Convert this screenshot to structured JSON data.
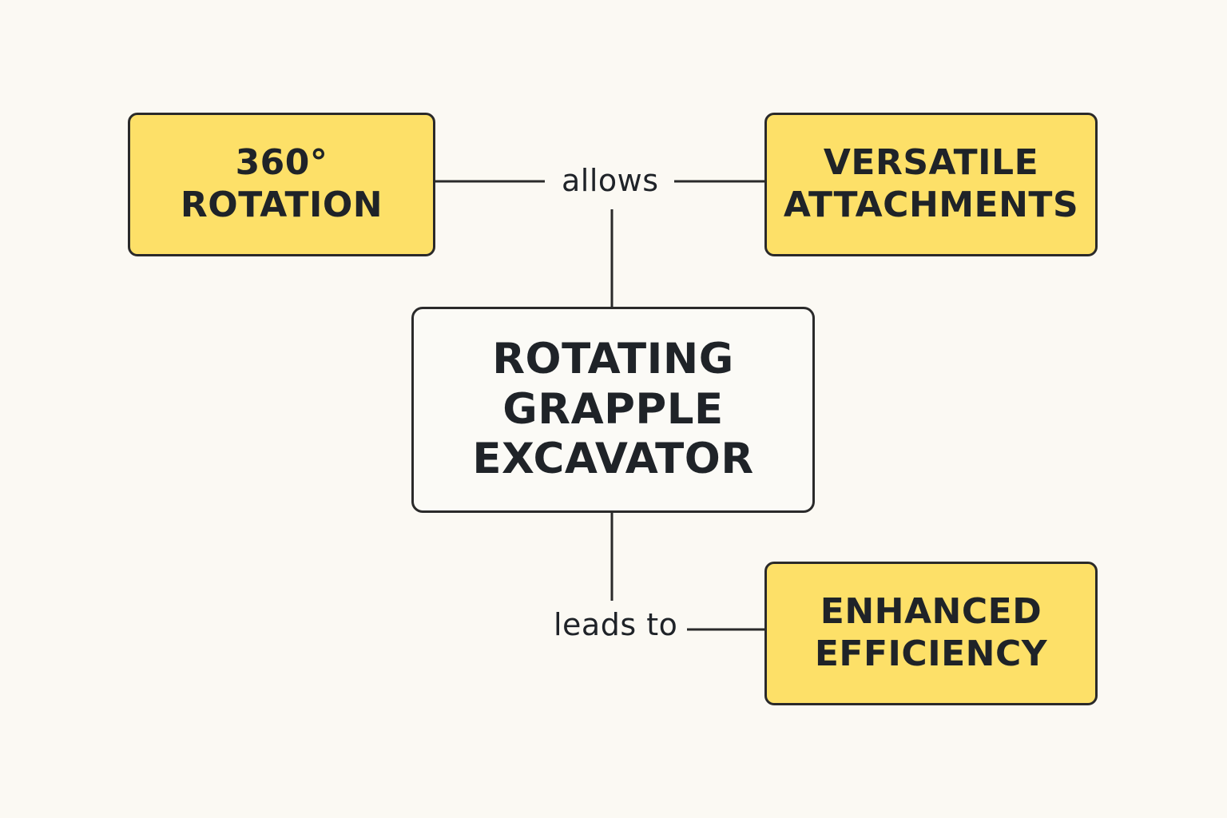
{
  "diagram": {
    "nodes": {
      "rotation": {
        "lines": [
          "360°",
          "ROTATION"
        ]
      },
      "attachments": {
        "lines": [
          "VERSATILE",
          "ATTACHMENTS"
        ]
      },
      "center": {
        "lines": [
          "ROTATING",
          "GRAPPLE",
          "EXCAVATOR"
        ]
      },
      "efficiency": {
        "lines": [
          "ENHANCED",
          "EFFICIENCY"
        ]
      }
    },
    "edge_labels": {
      "allows": "allows",
      "leads_to": "leads to"
    },
    "colors": {
      "background": "#fbf9f3",
      "node_fill_accent": "#fde068",
      "node_fill_center": "#fbfaf6",
      "stroke": "#2a2a2a",
      "text": "#1f2328"
    }
  }
}
